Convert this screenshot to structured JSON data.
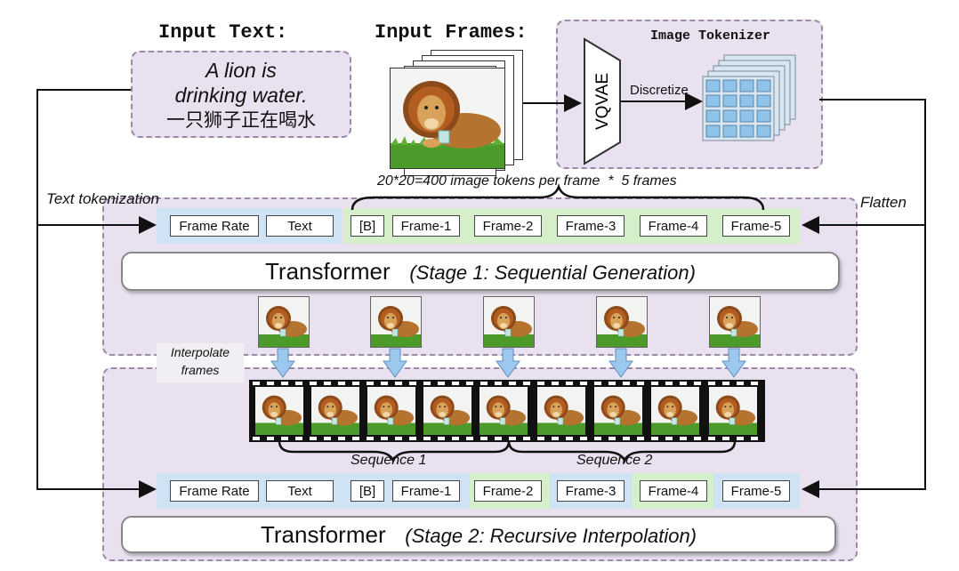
{
  "headers": {
    "input_text": "Input Text:",
    "input_frames": "Input Frames:",
    "image_tokenizer": "Image Tokenizer"
  },
  "input_text": {
    "line1": "A lion is",
    "line2": "drinking water.",
    "line3": "一只狮子正在喝水"
  },
  "tokenizer": {
    "vqvae": "VQVAE",
    "discretize": "Discretize"
  },
  "annotations": {
    "tokens_per_frame": "20*20=400 image tokens per frame  *  5 frames",
    "text_tokenization": "Text tokenization",
    "flatten": "Flatten",
    "interpolate": "Interpolate\nframes",
    "sequence1": "Sequence 1",
    "sequence2": "Sequence 2"
  },
  "stage1": {
    "tokens": [
      "Frame Rate",
      "Text",
      "[B]",
      "Frame-1",
      "Frame-2",
      "Frame-3",
      "Frame-4",
      "Frame-5"
    ],
    "transformer": "Transformer",
    "subtitle": "(Stage 1: Sequential Generation)"
  },
  "stage2": {
    "tokens": [
      "Frame Rate",
      "Text",
      "[B]",
      "Frame-1",
      "Frame-2",
      "Frame-3",
      "Frame-4",
      "Frame-5"
    ],
    "transformer": "Transformer",
    "subtitle": "(Stage 2: Recursive Interpolation)"
  },
  "colors": {
    "stage_bg": "#e9e1ef",
    "blue_band": "#cfe3f5",
    "green_band": "#d4efc9",
    "arrow_blue": "#9cc8ee"
  }
}
